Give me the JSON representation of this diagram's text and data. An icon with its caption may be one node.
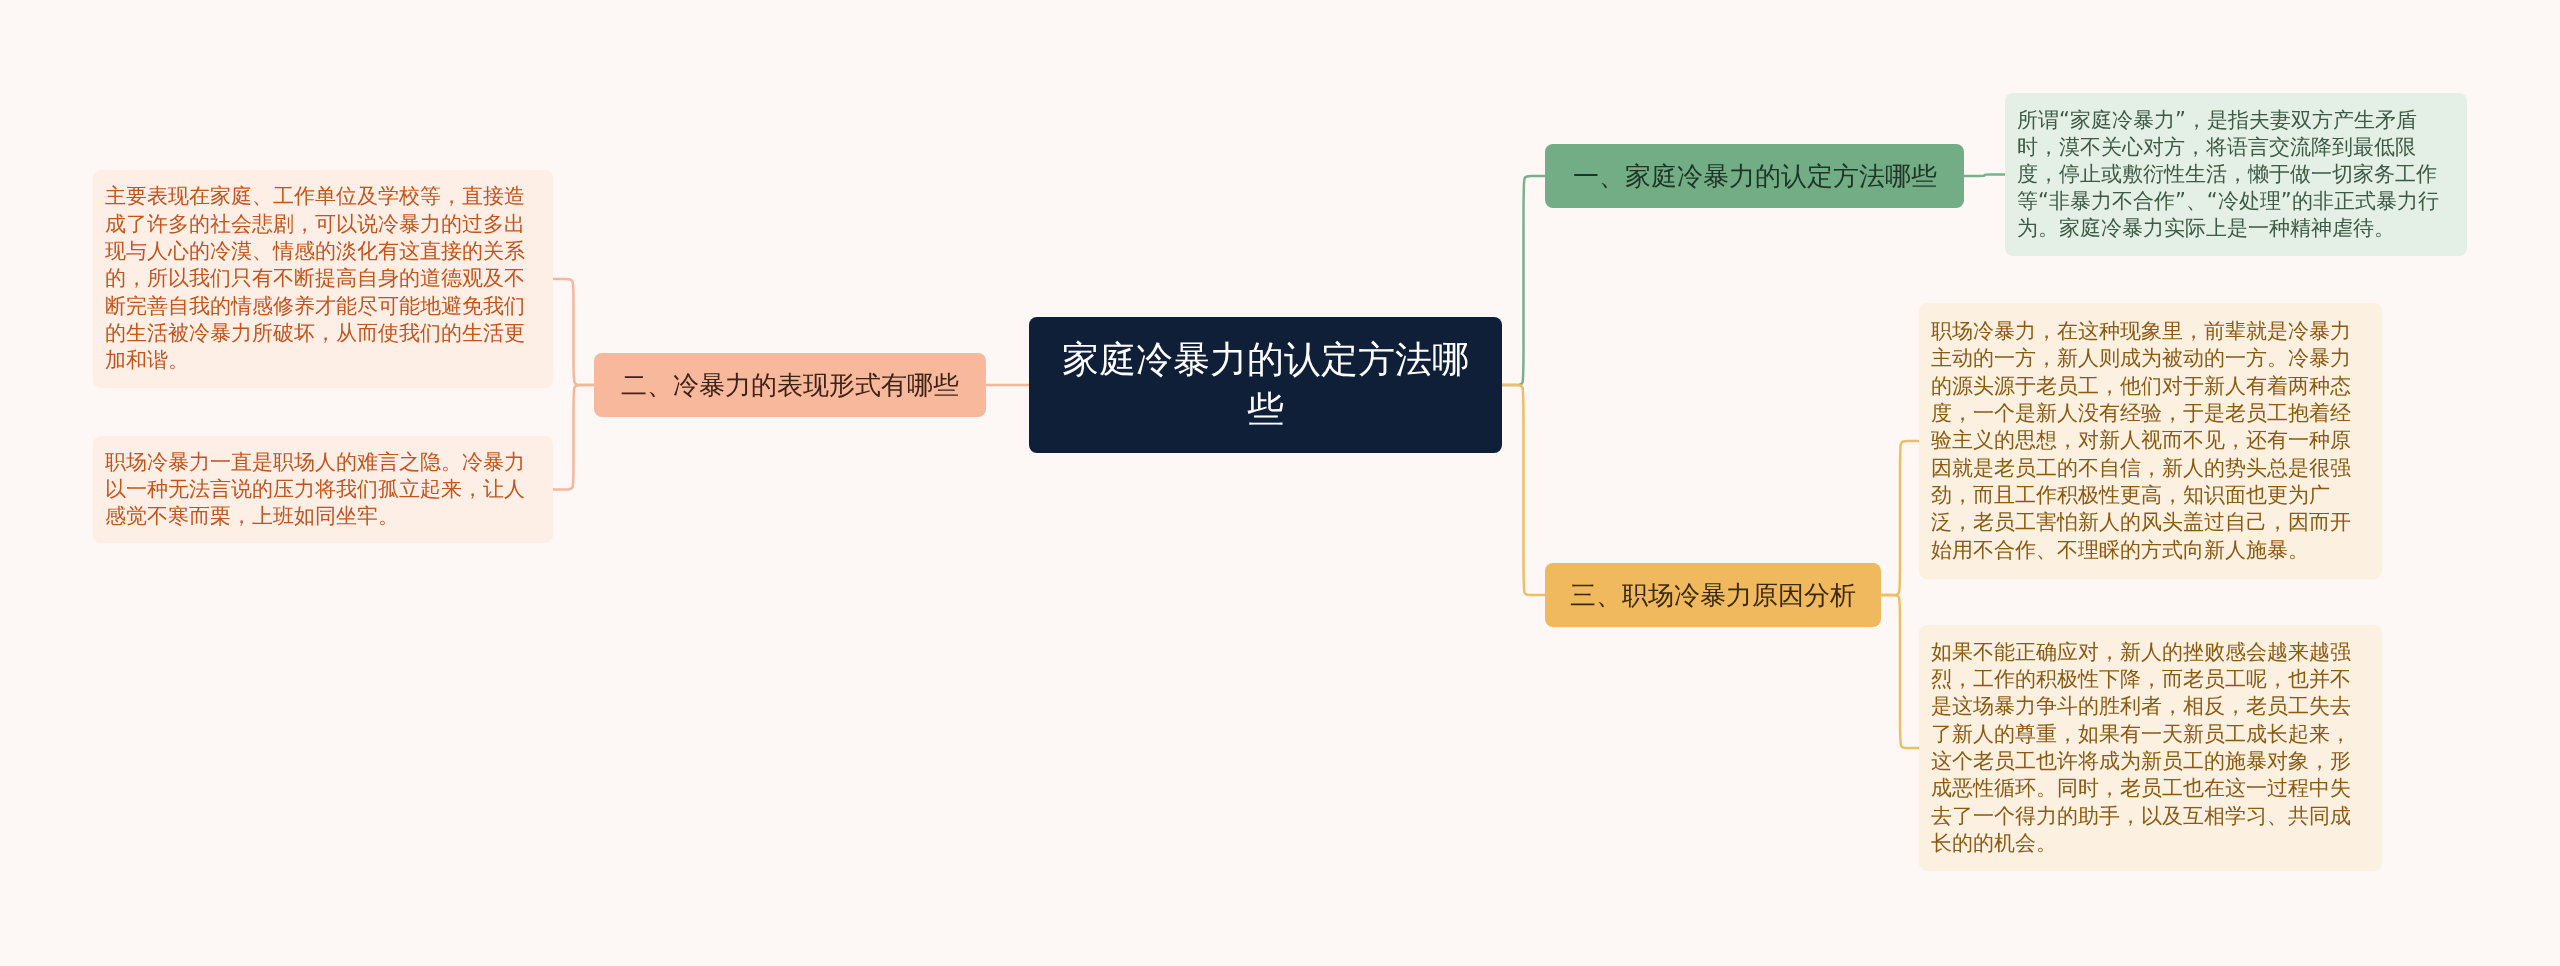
{
  "diagram": {
    "nodes": [
      {
        "text": [
          "家庭冷暴力的认定方法哪些"
        ]
      },
      {
        "text": [
          "一、家庭冷暴力的认定方法哪些"
        ]
      },
      {
        "text": [
          "所谓“家庭冷暴力”，是指夫妻双方产生矛盾时，漠不关心对方，将语言交流降到最低限度，停止或敷衍性生活，懒于做一切家务工作等“非暴力不合作”、“冷处理”的非正式暴力行为。家庭冷暴力实际上是一种精神虐待。"
        ]
      },
      {
        "text": [
          "三、职场冷暴力原因分析"
        ]
      },
      {
        "text": [
          "职场冷暴力，在这种现象里，前辈就是冷暴力主动的一方，新人则成为被动的一方。冷暴力的源头源于老员工，他们对于新人有着两种态度，一个是新人没有经验，于是老员工抱着经验主义的思想，对新人视而不见，还有一种原因就是老员工的不自信，新人的势头总是很强劲，而且工作积极性更高，知识面也更为广泛，老员工害怕新人的风头盖过自己，因而开始用不合作、不理睬的方式向新人施暴。"
        ]
      },
      {
        "text": [
          "如果不能正确应对，新人的挫败感会越来越强烈，工作的积极性下降，而老员工呢，也并不是这场暴力争斗的胜利者，相反，老员工失去了新人的尊重，如果有一天新员工成长起来，这个老员工也许将成为新员工的施暴对象，形成恶性循环。同时，老员工也在这一过程中失去了一个得力的助手，以及互相学习、共同成长的的机会。"
        ]
      },
      {
        "text": [
          "二、冷暴力的表现形式有哪些"
        ]
      },
      {
        "text": [
          "主要表现在家庭、工作单位及学校等，直接造成了许多的社会悲剧，可以说冷暴力的过多出现与人心的冷漠、情感的淡化有这直接的关系的，所以我们只有不断提高自身的道德观及不断完善自我的情感修养才能尽可能地避免我们的生活被冷暴力所破坏，从而使我们的生活更加和谐。"
        ]
      },
      {
        "text": [
          "职场冷暴力一直是职场人的难言之隐。冷暴力以一种无法言说的压力将我们孤立起来，让人感觉不寒而栗，上班如同坐牢。"
        ]
      }
    ],
    "edges": [
      {
        "from": 0,
        "to": 1,
        "arrow": "none",
        "color": "#7bb08a"
      },
      {
        "from": 1,
        "to": 2,
        "arrow": "none",
        "color": "#7bb08a"
      },
      {
        "from": 0,
        "to": 3,
        "arrow": "none",
        "color": "#f0bd62"
      },
      {
        "from": 3,
        "to": 4,
        "arrow": "none",
        "color": "#f0bd62"
      },
      {
        "from": 3,
        "to": 5,
        "arrow": "none",
        "color": "#f0bd62"
      },
      {
        "from": 0,
        "to": 6,
        "arrow": "none",
        "color": "#f7b59a"
      },
      {
        "from": 6,
        "to": 7,
        "arrow": "none",
        "color": "#f7b59a"
      },
      {
        "from": 6,
        "to": 8,
        "arrow": "none",
        "color": "#f7b59a"
      }
    ]
  }
}
